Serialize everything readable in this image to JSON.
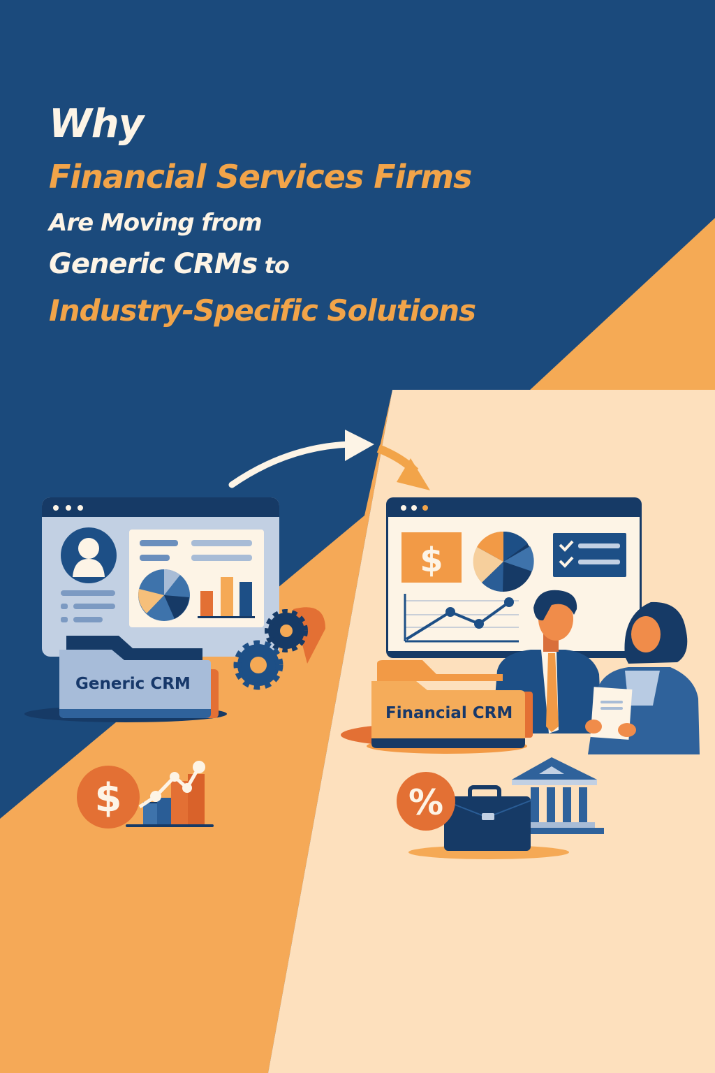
{
  "headline": {
    "line1": "Why",
    "line2": "Financial Services Firms",
    "line3": "Are Moving from",
    "line4_main": "Generic CRMs",
    "line4_suffix": " to",
    "line5": "Industry-Specific Solutions"
  },
  "left_panel": {
    "folder_label": "Generic CRM",
    "icons": [
      "browser-window-icon",
      "user-avatar-icon",
      "pie-chart-icon",
      "bar-chart-icon",
      "gear-icon",
      "dollar-icon",
      "growth-chart-icon"
    ]
  },
  "right_panel": {
    "folder_label": "Financial CRM",
    "icons": [
      "browser-window-icon",
      "dollar-icon",
      "pie-chart-icon",
      "checklist-icon",
      "line-chart-icon",
      "percent-icon",
      "briefcase-icon",
      "bank-icon"
    ]
  },
  "transition": {
    "arrow": "arrow-right-icon"
  },
  "colors": {
    "navy": "#1b4a7c",
    "dark_navy": "#163a66",
    "orange": "#f5a955",
    "deep_orange": "#e37034",
    "cream": "#fde0bd",
    "off_white": "#fdf4e6",
    "light_blue": "#c2d0e3"
  }
}
